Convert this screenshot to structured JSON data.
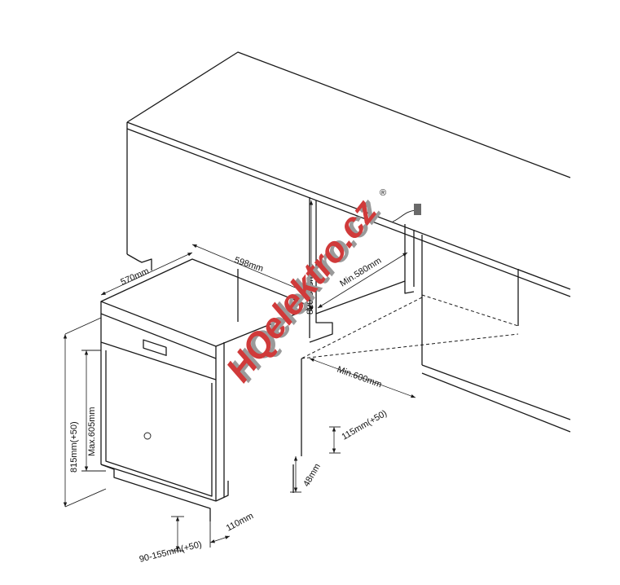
{
  "dimensions": {
    "top_depth": "570mm",
    "top_width": "598mm",
    "niche_height": "820-865mm",
    "niche_depth": "Min.580mm",
    "niche_width": "Min.600mm",
    "plinth_height": "115mm(+50)",
    "plinth_recess": "48mm",
    "body_height": "815mm(+50)",
    "door_height": "Max.605mm",
    "foot_adjust": "90-155mm(+50)",
    "foot_depth": "110mm"
  },
  "watermark": {
    "text": "HQelektro.cz",
    "registered_mark": "®",
    "color_main": "#d03a3a",
    "color_shadow": "#9a9a9a"
  },
  "colors": {
    "line": "#1a1a1a",
    "background": "#ffffff"
  }
}
